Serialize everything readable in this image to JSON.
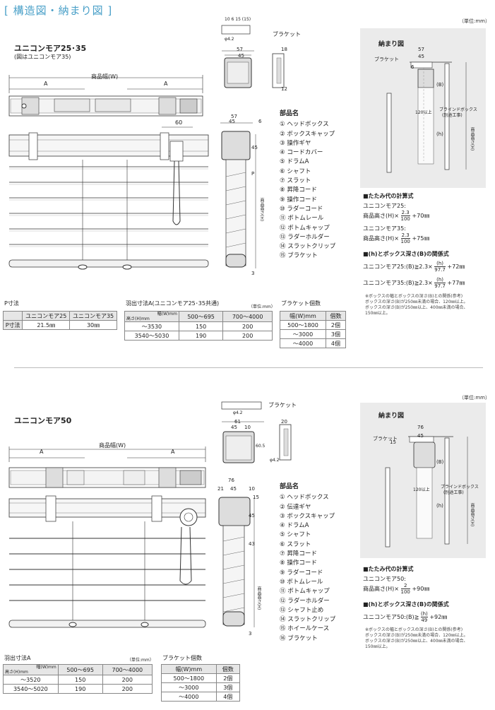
{
  "page_title": "[ 構造図・納まり図 ]",
  "unit_label": "（単位:mm）",
  "top": {
    "heading": "ユニコンモア25･35",
    "subheading": "(図はユニコンモア35)",
    "product_width": "商品幅(W)",
    "a_label": "A",
    "bracket_label": "ブラケット",
    "product_height": "商品高さ(H)",
    "dims": {
      "d60": "60",
      "d57": "57",
      "d45": "45",
      "d6": "6",
      "d18": "18",
      "d12": "12",
      "d3": "3",
      "p": "P",
      "phi": "φ4.2",
      "hole": "10 6 15 (15)"
    },
    "parts_title": "部品名",
    "parts": [
      "① ヘッドボックス",
      "② ボックスキャップ",
      "③ 操作ギヤ",
      "④ コードカバー",
      "⑤ ドラムA",
      "⑥ シャフト",
      "⑦ スラット",
      "⑧ 昇降コード",
      "⑨ 操作コード",
      "⑩ ラダーコード",
      "⑪ ボトムレール",
      "⑫ ボトムキャップ",
      "⑬ ラダーホルダー",
      "⑭ スラットクリップ",
      "⑮ ブラケット"
    ],
    "p_table": {
      "title": "P寸法",
      "headers": [
        "",
        "ユニコンモア25",
        "ユニコンモア35"
      ],
      "rows": [
        [
          "P寸法",
          "21.5㎜",
          "30㎜"
        ]
      ]
    },
    "a_table": {
      "title": "羽出寸法A(ユニコンモア25･35共通)",
      "unit": "（単位:mm）",
      "corner_w": "幅(W)mm",
      "corner_h": "高さ(H)mm",
      "headers": [
        "500～695",
        "700～4000"
      ],
      "rows": [
        [
          "～3530",
          "150",
          "200"
        ],
        [
          "3540～5030",
          "190",
          "200"
        ]
      ]
    },
    "bracket_table": {
      "title": "ブラケット個数",
      "headers": [
        "幅(W)mm",
        "個数"
      ],
      "rows": [
        [
          "500～1800",
          "2個"
        ],
        [
          "～3000",
          "3個"
        ],
        [
          "～4000",
          "4個"
        ]
      ]
    },
    "fit": {
      "title": "納まり図",
      "bracket": "ブラケット",
      "d57": "57",
      "d45": "45",
      "d6": "6",
      "b": "(B)",
      "h": "(h)",
      "note_120": "120以上",
      "blind_box": "ブラインドボックス",
      "separate_work": "(別途工事)",
      "product_height": "商品高さ(H)"
    },
    "calc_title": "■たたみ代の計算式",
    "calc": [
      [
        "ユニコンモア25:",
        "商品高さ(H)×",
        "2.3",
        "100",
        "+70㎜"
      ],
      [
        "ユニコンモア35:",
        "商品高さ(H)×",
        "2.3",
        "100",
        "+75㎜"
      ]
    ],
    "rel_title": "■(h)とボックス深さ(B)の関係式",
    "rel": [
      [
        "ユニコンモア25:(B)≧2.3×",
        "(h)",
        "97.7",
        "+72㎜"
      ],
      [
        "ユニコンモア35:(B)≧2.3×",
        "(h)",
        "97.7",
        "+77㎜"
      ]
    ],
    "notes": [
      "※ボックスの幅とボックスの深さ(B)との関係(参考)",
      "ボックスの深さ(B)が250㎜未満の場合、120㎜以上。",
      "ボックスの深さ(B)が250㎜以上、400㎜未満の場合、",
      "150㎜以上。"
    ]
  },
  "bottom": {
    "unit_label": "（単位:mm）",
    "heading": "ユニコンモア50",
    "product_width": "商品幅(W)",
    "a_label": "A",
    "bracket_label": "ブラケット",
    "product_height": "商品高さ(H)",
    "dims": {
      "d76": "76",
      "d61": "61",
      "d45": "45",
      "d10": "10",
      "d21": "21",
      "d15": "15",
      "d43": "43",
      "d20": "20",
      "d3": "3",
      "d605": "60.5",
      "phi": "φ4.2"
    },
    "parts_title": "部品名",
    "parts": [
      "① ヘッドボックス",
      "② 伝達ギヤ",
      "③ ボックスキャップ",
      "④ ドラムA",
      "⑤ シャフト",
      "⑥ スラット",
      "⑦ 昇降コード",
      "⑧ 操作コード",
      "⑨ ラダーコード",
      "⑩ ボトムレール",
      "⑪ ボトムキャップ",
      "⑫ ラダーホルダー",
      "⑬ シャフト止め",
      "⑭ スラットクリップ",
      "⑮ ホイールケース",
      "⑯ ブラケット"
    ],
    "a_table": {
      "title": "羽出寸法A",
      "unit": "（単位:mm）",
      "corner_w": "幅(W)mm",
      "corner_h": "高さ(H)mm",
      "headers": [
        "500～695",
        "700～4000"
      ],
      "rows": [
        [
          "～3520",
          "150",
          "200"
        ],
        [
          "3540～5020",
          "190",
          "200"
        ]
      ]
    },
    "bracket_table": {
      "title": "ブラケット個数",
      "headers": [
        "幅(W)mm",
        "個数"
      ],
      "rows": [
        [
          "500～1800",
          "2個"
        ],
        [
          "～3000",
          "3個"
        ],
        [
          "～4000",
          "4個"
        ]
      ]
    },
    "fit": {
      "title": "納まり図",
      "bracket": "ブラケット",
      "d76": "76",
      "d45": "45",
      "d15": "15",
      "b": "(B)",
      "h": "(h)",
      "note_120": "120以上",
      "blind_box": "ブラインドボックス",
      "separate_work": "(別途工事)",
      "product_height": "商品高さ(H)"
    },
    "calc_title": "■たたみ代の計算式",
    "calc": [
      [
        "ユニコンモア50:",
        "商品高さ(H)×",
        "2",
        "100",
        "+90㎜"
      ]
    ],
    "rel_title": "■(h)とボックス深さ(B)の関係式",
    "rel": [
      [
        "ユニコンモア50:(B)≧",
        "(h)",
        "49",
        "+92㎜"
      ]
    ],
    "notes": [
      "※ボックスの幅とボックスの深さ(B)との関係(参考)",
      "ボックスの深さ(B)が250㎜未満の場合、120㎜以上。",
      "ボックスの深さ(B)が250㎜以上、400㎜未満の場合、",
      "150㎜以上。"
    ]
  },
  "colors": {
    "title": "#4aa0c8",
    "panel": "#ebebeb",
    "line": "#333333"
  }
}
